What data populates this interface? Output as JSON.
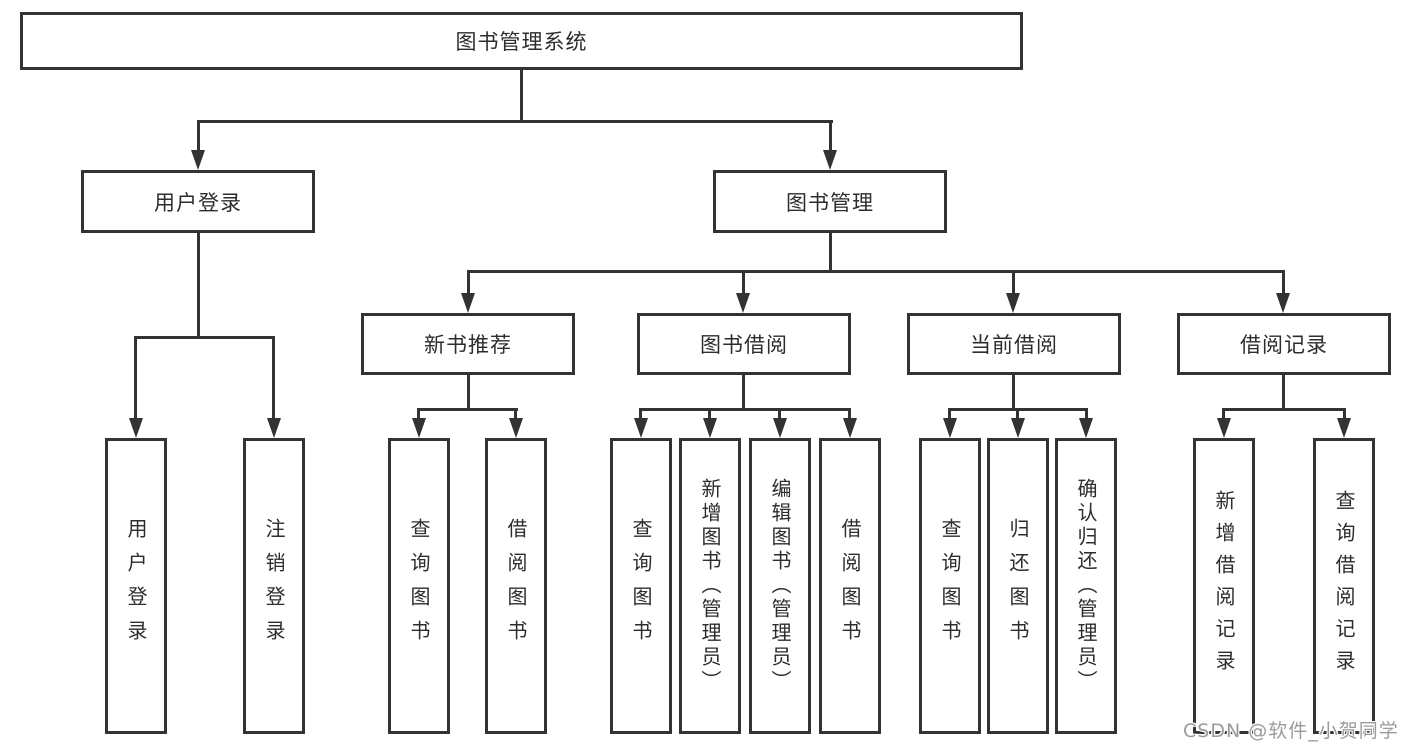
{
  "tree": {
    "root": "图书管理系统",
    "user_login": {
      "label": "用户登录",
      "children": [
        "用户登录",
        "注销登录"
      ]
    },
    "book_mgmt": {
      "label": "图书管理"
    },
    "groups": [
      {
        "label": "新书推荐",
        "children": [
          "查询图书",
          "借阅图书"
        ]
      },
      {
        "label": "图书借阅",
        "children": [
          "查询图书",
          "新增图书（管理员）",
          "编辑图书（管理员）",
          "借阅图书"
        ]
      },
      {
        "label": "当前借阅",
        "children": [
          "查询图书",
          "归还图书",
          "确认归还（管理员）"
        ]
      },
      {
        "label": "借阅记录",
        "children": [
          "新增借阅记录",
          "查询借阅记录"
        ]
      }
    ]
  },
  "watermark": "CSDN @软件_小贺同学",
  "colors": {
    "line": "#333333",
    "text": "#2d2d2d",
    "watermark_text": "#9b9b9b",
    "background": "#ffffff"
  }
}
